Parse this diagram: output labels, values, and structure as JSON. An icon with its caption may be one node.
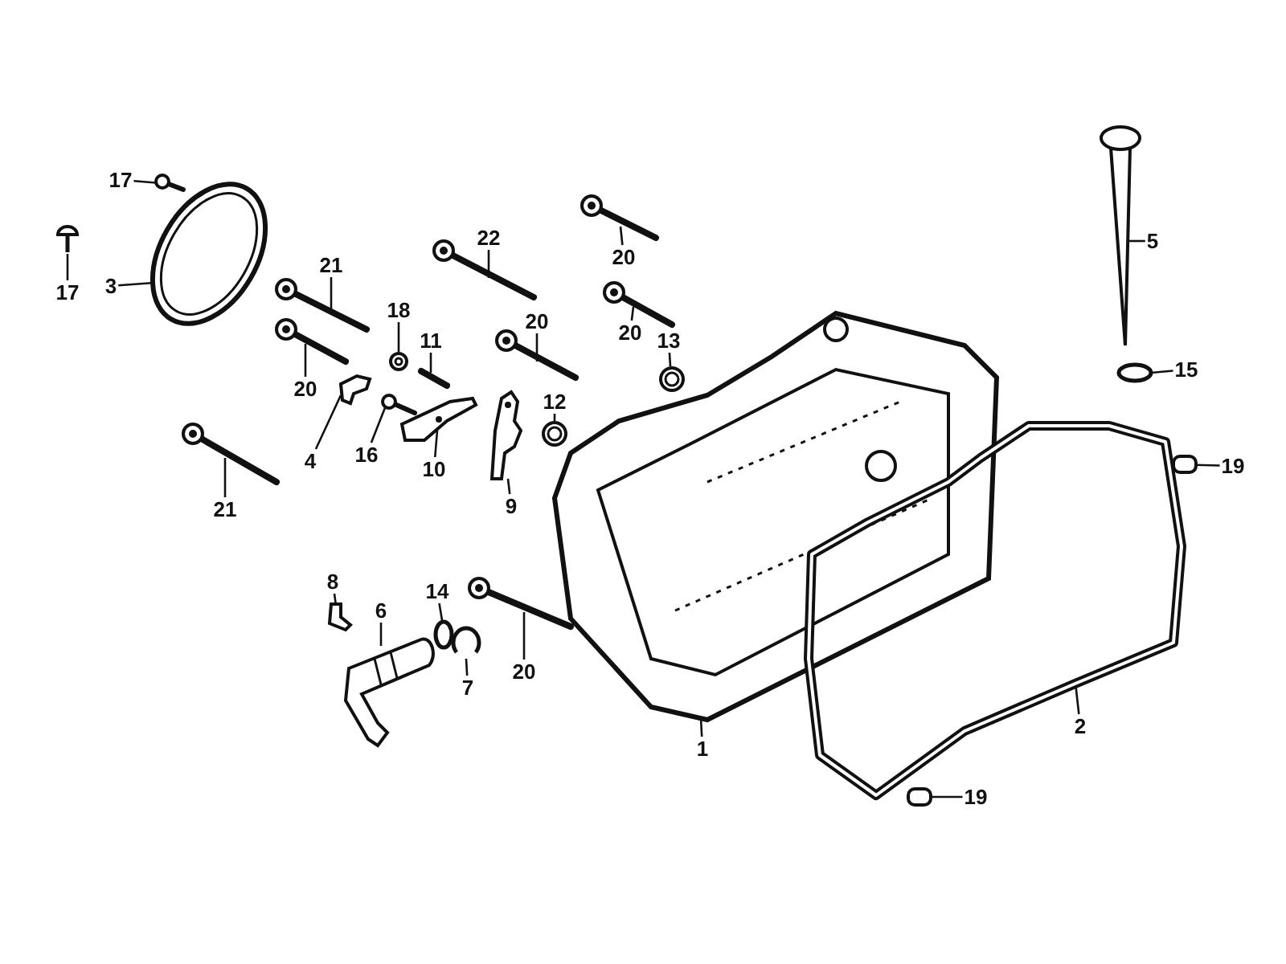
{
  "diagram": {
    "nodes": [
      {
        "text": [
          "17"
        ]
      },
      {
        "text": [],
        "shape": "picture"
      },
      {
        "text": [
          "17"
        ]
      },
      {
        "text": [],
        "shape": "picture"
      },
      {
        "text": [
          "3"
        ]
      },
      {
        "text": [],
        "shape": "picture"
      },
      {
        "text": [
          "20"
        ]
      },
      {
        "text": [],
        "shape": "picture"
      },
      {
        "text": [
          "22"
        ]
      },
      {
        "text": [],
        "shape": "picture"
      },
      {
        "text": [
          "21"
        ]
      },
      {
        "text": [],
        "shape": "picture"
      },
      {
        "text": [
          "20"
        ]
      },
      {
        "text": [],
        "shape": "picture"
      },
      {
        "text": [
          "18"
        ]
      },
      {
        "text": [],
        "shape": "picture"
      },
      {
        "text": [
          "11"
        ]
      },
      {
        "text": [],
        "shape": "picture"
      },
      {
        "text": [
          "20"
        ]
      },
      {
        "text": [],
        "shape": "picture"
      },
      {
        "text": [
          "13"
        ]
      },
      {
        "text": [],
        "shape": "circle"
      },
      {
        "text": [
          "20"
        ]
      },
      {
        "text": [],
        "shape": "picture"
      },
      {
        "text": [
          "12"
        ]
      },
      {
        "text": [],
        "shape": "circle"
      },
      {
        "text": [
          "4"
        ]
      },
      {
        "text": [],
        "shape": "picture"
      },
      {
        "text": [
          "16"
        ]
      },
      {
        "text": [],
        "shape": "picture"
      },
      {
        "text": [
          "10"
        ]
      },
      {
        "text": [],
        "shape": "picture"
      },
      {
        "text": [
          "9"
        ]
      },
      {
        "text": [],
        "shape": "picture"
      },
      {
        "text": [
          "21"
        ]
      },
      {
        "text": [],
        "shape": "picture"
      },
      {
        "text": [
          "5"
        ]
      },
      {
        "text": [],
        "shape": "picture"
      },
      {
        "text": [
          "15"
        ]
      },
      {
        "text": [],
        "shape": "circle"
      },
      {
        "text": [
          "19"
        ]
      },
      {
        "text": [],
        "shape": "box"
      },
      {
        "text": [
          "8"
        ]
      },
      {
        "text": [],
        "shape": "picture"
      },
      {
        "text": [
          "14"
        ]
      },
      {
        "text": [],
        "shape": "circle"
      },
      {
        "text": [
          "6"
        ]
      },
      {
        "text": [],
        "shape": "picture"
      },
      {
        "text": [
          "7"
        ]
      },
      {
        "text": [],
        "shape": "picture"
      },
      {
        "text": [
          "20"
        ]
      },
      {
        "text": [],
        "shape": "picture"
      },
      {
        "text": [
          "1"
        ]
      },
      {
        "text": [],
        "shape": "picture"
      },
      {
        "text": [
          "2"
        ]
      },
      {
        "text": [],
        "shape": "picture"
      },
      {
        "text": [
          "19"
        ]
      },
      {
        "text": [],
        "shape": "box"
      }
    ],
    "edges": [
      {
        "from": 0,
        "to": 1,
        "arrow": "none"
      },
      {
        "from": 2,
        "to": 3,
        "arrow": "none"
      },
      {
        "from": 4,
        "to": 5,
        "arrow": "none"
      },
      {
        "from": 6,
        "to": 7,
        "arrow": "none"
      },
      {
        "from": 8,
        "to": 9,
        "arrow": "none"
      },
      {
        "from": 10,
        "to": 11,
        "arrow": "none"
      },
      {
        "from": 12,
        "to": 13,
        "arrow": "none"
      },
      {
        "from": 14,
        "to": 15,
        "arrow": "none"
      },
      {
        "from": 16,
        "to": 17,
        "arrow": "none"
      },
      {
        "from": 18,
        "to": 19,
        "arrow": "none"
      },
      {
        "from": 20,
        "to": 21,
        "arrow": "none"
      },
      {
        "from": 22,
        "to": 23,
        "arrow": "none"
      },
      {
        "from": 24,
        "to": 25,
        "arrow": "none"
      },
      {
        "from": 26,
        "to": 27,
        "arrow": "none"
      },
      {
        "from": 28,
        "to": 29,
        "arrow": "none"
      },
      {
        "from": 30,
        "to": 31,
        "arrow": "none"
      },
      {
        "from": 32,
        "to": 33,
        "arrow": "none"
      },
      {
        "from": 34,
        "to": 35,
        "arrow": "none"
      },
      {
        "from": 36,
        "to": 37,
        "arrow": "none"
      },
      {
        "from": 38,
        "to": 39,
        "arrow": "none"
      },
      {
        "from": 40,
        "to": 41,
        "arrow": "none"
      },
      {
        "from": 42,
        "to": 43,
        "arrow": "none"
      },
      {
        "from": 44,
        "to": 45,
        "arrow": "none"
      },
      {
        "from": 46,
        "to": 47,
        "arrow": "none"
      },
      {
        "from": 48,
        "to": 49,
        "arrow": "none"
      },
      {
        "from": 50,
        "to": 51,
        "arrow": "none"
      },
      {
        "from": 52,
        "to": 53,
        "arrow": "none"
      },
      {
        "from": 54,
        "to": 55,
        "arrow": "none"
      },
      {
        "from": 56,
        "to": 57,
        "arrow": "none"
      }
    ]
  }
}
